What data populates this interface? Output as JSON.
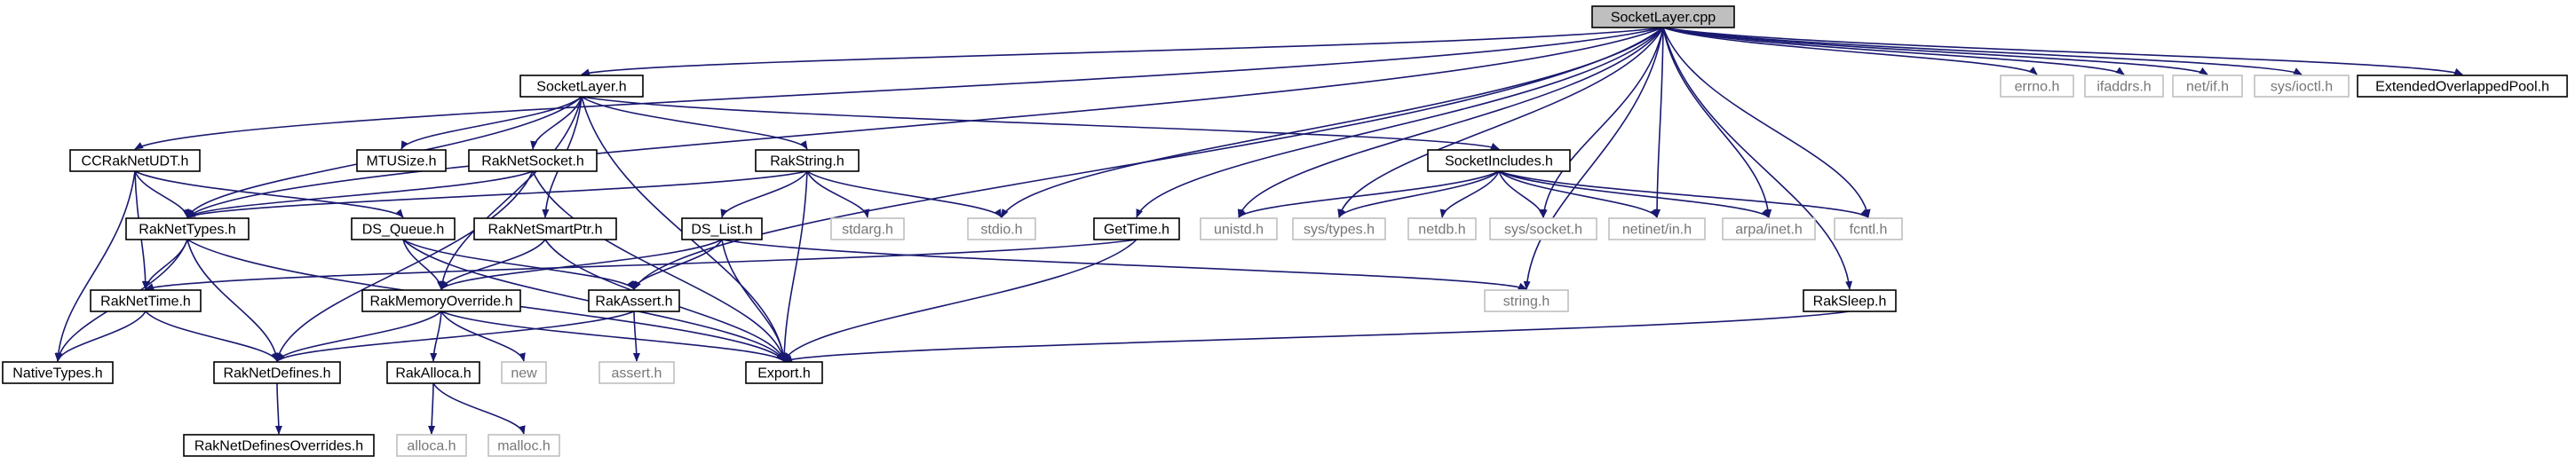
{
  "colors": {
    "edge": "#191970",
    "root_fill": "#bfbfbf",
    "node_border": "#000000",
    "external_border": "#bfbfbf",
    "node_text": "#000000",
    "external_text": "#777777"
  },
  "nodes": [
    {
      "id": "socketlayer_cpp",
      "label": "SocketLayer.cpp",
      "kind": "root"
    },
    {
      "id": "socketlayer_h",
      "label": "SocketLayer.h",
      "kind": "internal"
    },
    {
      "id": "ccraknetudt_h",
      "label": "CCRakNetUDT.h",
      "kind": "internal"
    },
    {
      "id": "mtusize_h",
      "label": "MTUSize.h",
      "kind": "internal"
    },
    {
      "id": "raknetsocket_h",
      "label": "RakNetSocket.h",
      "kind": "internal"
    },
    {
      "id": "rakstring_h",
      "label": "RakString.h",
      "kind": "internal"
    },
    {
      "id": "socketincludes_h",
      "label": "SocketIncludes.h",
      "kind": "internal"
    },
    {
      "id": "raknettypes_h",
      "label": "RakNetTypes.h",
      "kind": "internal"
    },
    {
      "id": "ds_queue_h",
      "label": "DS_Queue.h",
      "kind": "internal"
    },
    {
      "id": "raknetsmartptr_h",
      "label": "RakNetSmartPtr.h",
      "kind": "internal"
    },
    {
      "id": "ds_list_h",
      "label": "DS_List.h",
      "kind": "internal"
    },
    {
      "id": "stdarg_h",
      "label": "stdarg.h",
      "kind": "external"
    },
    {
      "id": "stdio_h",
      "label": "stdio.h",
      "kind": "external"
    },
    {
      "id": "gettime_h",
      "label": "GetTime.h",
      "kind": "internal"
    },
    {
      "id": "unistd_h",
      "label": "unistd.h",
      "kind": "external"
    },
    {
      "id": "sys_types_h",
      "label": "sys/types.h",
      "kind": "external"
    },
    {
      "id": "netdb_h",
      "label": "netdb.h",
      "kind": "external"
    },
    {
      "id": "sys_socket_h",
      "label": "sys/socket.h",
      "kind": "external"
    },
    {
      "id": "netinet_in_h",
      "label": "netinet/in.h",
      "kind": "external"
    },
    {
      "id": "arpa_inet_h",
      "label": "arpa/inet.h",
      "kind": "external"
    },
    {
      "id": "fcntl_h",
      "label": "fcntl.h",
      "kind": "external"
    },
    {
      "id": "errno_h",
      "label": "errno.h",
      "kind": "external"
    },
    {
      "id": "ifaddrs_h",
      "label": "ifaddrs.h",
      "kind": "external"
    },
    {
      "id": "net_if_h",
      "label": "net/if.h",
      "kind": "external"
    },
    {
      "id": "sys_ioctl_h",
      "label": "sys/ioctl.h",
      "kind": "external"
    },
    {
      "id": "extendedoverlappedpool_h",
      "label": "ExtendedOverlappedPool.h",
      "kind": "internal"
    },
    {
      "id": "raknettime_h",
      "label": "RakNetTime.h",
      "kind": "internal"
    },
    {
      "id": "rakmemoryoverride_h",
      "label": "RakMemoryOverride.h",
      "kind": "internal"
    },
    {
      "id": "rakassert_h",
      "label": "RakAssert.h",
      "kind": "internal"
    },
    {
      "id": "string_h",
      "label": "string.h",
      "kind": "external"
    },
    {
      "id": "raksleep_h",
      "label": "RakSleep.h",
      "kind": "internal"
    },
    {
      "id": "nativetypes_h",
      "label": "NativeTypes.h",
      "kind": "internal"
    },
    {
      "id": "raknetdefines_h",
      "label": "RakNetDefines.h",
      "kind": "internal"
    },
    {
      "id": "new_h",
      "label": "new",
      "kind": "external"
    },
    {
      "id": "export_h",
      "label": "Export.h",
      "kind": "internal"
    },
    {
      "id": "assert_h",
      "label": "assert.h",
      "kind": "external"
    },
    {
      "id": "rakalloca_h",
      "label": "RakAlloca.h",
      "kind": "internal"
    },
    {
      "id": "raknetdefinesoverrides_h",
      "label": "RakNetDefinesOverrides.h",
      "kind": "internal"
    },
    {
      "id": "alloca_h",
      "label": "alloca.h",
      "kind": "external"
    },
    {
      "id": "malloc_h",
      "label": "malloc.h",
      "kind": "external"
    }
  ],
  "edges": [
    [
      "socketlayer_cpp",
      "socketlayer_h"
    ],
    [
      "socketlayer_cpp",
      "ccraknetudt_h"
    ],
    [
      "socketlayer_cpp",
      "raknettypes_h"
    ],
    [
      "socketlayer_cpp",
      "rakassert_h"
    ],
    [
      "socketlayer_cpp",
      "stdio_h"
    ],
    [
      "socketlayer_cpp",
      "gettime_h"
    ],
    [
      "socketlayer_cpp",
      "unistd_h"
    ],
    [
      "socketlayer_cpp",
      "sys_types_h"
    ],
    [
      "socketlayer_cpp",
      "sys_socket_h"
    ],
    [
      "socketlayer_cpp",
      "netinet_in_h"
    ],
    [
      "socketlayer_cpp",
      "arpa_inet_h"
    ],
    [
      "socketlayer_cpp",
      "fcntl_h"
    ],
    [
      "socketlayer_cpp",
      "string_h"
    ],
    [
      "socketlayer_cpp",
      "raksleep_h"
    ],
    [
      "socketlayer_cpp",
      "errno_h"
    ],
    [
      "socketlayer_cpp",
      "ifaddrs_h"
    ],
    [
      "socketlayer_cpp",
      "net_if_h"
    ],
    [
      "socketlayer_cpp",
      "sys_ioctl_h"
    ],
    [
      "socketlayer_cpp",
      "extendedoverlappedpool_h"
    ],
    [
      "socketlayer_h",
      "raknettypes_h"
    ],
    [
      "socketlayer_h",
      "mtusize_h"
    ],
    [
      "socketlayer_h",
      "raknetsocket_h"
    ],
    [
      "socketlayer_h",
      "raknetsmartptr_h"
    ],
    [
      "socketlayer_h",
      "rakstring_h"
    ],
    [
      "socketlayer_h",
      "socketincludes_h"
    ],
    [
      "socketlayer_h",
      "rakmemoryoverride_h"
    ],
    [
      "socketlayer_h",
      "export_h"
    ],
    [
      "ccraknetudt_h",
      "raknettypes_h"
    ],
    [
      "ccraknetudt_h",
      "ds_queue_h"
    ],
    [
      "ccraknetudt_h",
      "nativetypes_h"
    ],
    [
      "ccraknetudt_h",
      "raknettime_h"
    ],
    [
      "raknetsocket_h",
      "raknettypes_h"
    ],
    [
      "raknetsocket_h",
      "raknetdefines_h"
    ],
    [
      "raknetsocket_h",
      "export_h"
    ],
    [
      "rakstring_h",
      "raknettypes_h"
    ],
    [
      "rakstring_h",
      "ds_list_h"
    ],
    [
      "rakstring_h",
      "stdarg_h"
    ],
    [
      "rakstring_h",
      "stdio_h"
    ],
    [
      "rakstring_h",
      "export_h"
    ],
    [
      "socketincludes_h",
      "unistd_h"
    ],
    [
      "socketincludes_h",
      "sys_types_h"
    ],
    [
      "socketincludes_h",
      "netdb_h"
    ],
    [
      "socketincludes_h",
      "sys_socket_h"
    ],
    [
      "socketincludes_h",
      "netinet_in_h"
    ],
    [
      "socketincludes_h",
      "arpa_inet_h"
    ],
    [
      "socketincludes_h",
      "fcntl_h"
    ],
    [
      "raknettypes_h",
      "raknettime_h"
    ],
    [
      "raknettypes_h",
      "nativetypes_h"
    ],
    [
      "raknettypes_h",
      "raknetdefines_h"
    ],
    [
      "raknettypes_h",
      "export_h"
    ],
    [
      "ds_queue_h",
      "rakmemoryoverride_h"
    ],
    [
      "ds_queue_h",
      "rakassert_h"
    ],
    [
      "ds_queue_h",
      "export_h"
    ],
    [
      "raknetsmartptr_h",
      "rakmemoryoverride_h"
    ],
    [
      "raknetsmartptr_h",
      "export_h"
    ],
    [
      "ds_list_h",
      "rakmemoryoverride_h"
    ],
    [
      "ds_list_h",
      "rakassert_h"
    ],
    [
      "ds_list_h",
      "string_h"
    ],
    [
      "ds_list_h",
      "export_h"
    ],
    [
      "gettime_h",
      "raknettime_h"
    ],
    [
      "gettime_h",
      "export_h"
    ],
    [
      "raknettime_h",
      "nativetypes_h"
    ],
    [
      "raknettime_h",
      "raknetdefines_h"
    ],
    [
      "rakmemoryoverride_h",
      "raknetdefines_h"
    ],
    [
      "rakmemoryoverride_h",
      "new_h"
    ],
    [
      "rakmemoryoverride_h",
      "export_h"
    ],
    [
      "rakmemoryoverride_h",
      "rakalloca_h"
    ],
    [
      "rakassert_h",
      "raknetdefines_h"
    ],
    [
      "rakassert_h",
      "assert_h"
    ],
    [
      "raksleep_h",
      "export_h"
    ],
    [
      "raknetdefines_h",
      "raknetdefinesoverrides_h"
    ],
    [
      "rakalloca_h",
      "alloca_h"
    ],
    [
      "rakalloca_h",
      "malloc_h"
    ]
  ]
}
